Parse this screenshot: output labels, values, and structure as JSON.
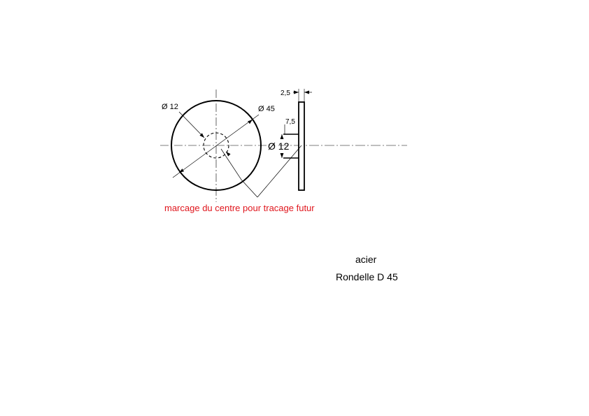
{
  "drawing": {
    "dimensions": {
      "inner_diameter": "Ø 12",
      "outer_diameter": "Ø 45",
      "thickness": "2,5",
      "boss_offset": "7,5",
      "side_diameter": "Ø 12"
    },
    "annotation": "marcage du centre pour tracage futur",
    "annotation_color": "#e0161d",
    "title_block": {
      "material": "acier",
      "part_name": "Rondelle D 45"
    }
  }
}
